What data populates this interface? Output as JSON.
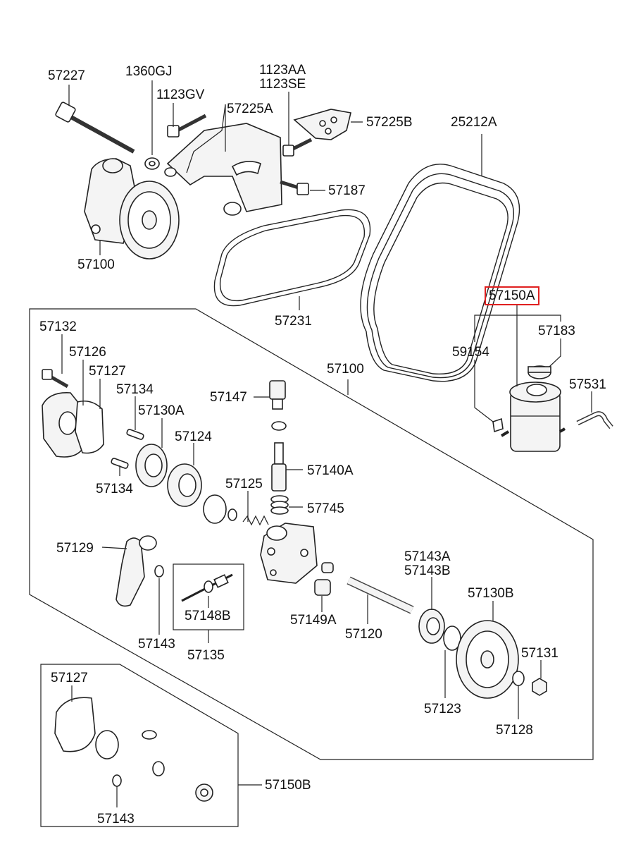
{
  "labels": {
    "p57227": "57227",
    "p1360GJ": "1360GJ",
    "p1123GV": "1123GV",
    "p57225A": "57225A",
    "p1123AA": "1123AA",
    "p1123SE": "1123SE",
    "p57225B": "57225B",
    "p25212A": "25212A",
    "p57187": "57187",
    "p57100_top": "57100",
    "p57231": "57231",
    "p57150A": "57150A",
    "p57183": "57183",
    "p59154": "59154",
    "p57531": "57531",
    "p57132": "57132",
    "p57126": "57126",
    "p57127_top": "57127",
    "p57134_a": "57134",
    "p57130A": "57130A",
    "p57124": "57124",
    "p57134_b": "57134",
    "p57100_box": "57100",
    "p57147": "57147",
    "p57140A": "57140A",
    "p57125": "57125",
    "p57745": "57745",
    "p57129": "57129",
    "p57148B": "57148B",
    "p57143_mid": "57143",
    "p57135": "57135",
    "p57149A": "57149A",
    "p57120": "57120",
    "p57143A": "57143A",
    "p57143B": "57143B",
    "p57130B": "57130B",
    "p57131": "57131",
    "p57123": "57123",
    "p57128": "57128",
    "p57127_kit": "57127",
    "p57143_kit": "57143",
    "p57150B": "57150B"
  },
  "highlighted_part": "57150A",
  "highlight_color": "#e02020"
}
